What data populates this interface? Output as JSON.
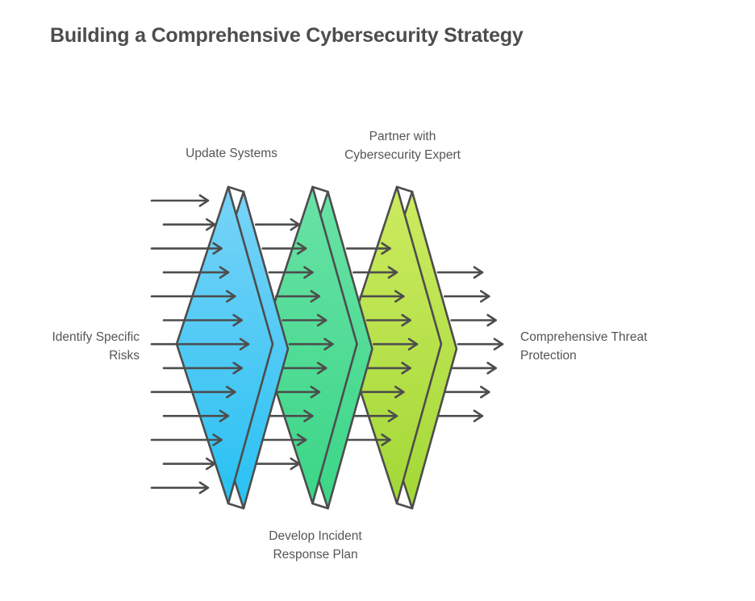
{
  "title": "Building a Comprehensive Cybersecurity Strategy",
  "diagram": {
    "type": "filter-flow-prisms",
    "input_label": "Identify Specific\nRisks",
    "output_label": "Comprehensive Threat\nProtection",
    "stages": [
      {
        "label": "Update Systems",
        "label_position": "top",
        "color_top": "#79d3f7",
        "color_bottom": "#28c1f3"
      },
      {
        "label": "Develop Incident\nResponse Plan",
        "label_position": "bottom",
        "color_top": "#69e2a6",
        "color_bottom": "#3bd687"
      },
      {
        "label": "Partner with\nCybersecurity Expert",
        "label_position": "top",
        "color_top": "#cdeb60",
        "color_bottom": "#a2d837"
      }
    ],
    "colors": {
      "outline": "#4d4d4d",
      "arrow": "#4d4d4d",
      "label_text": "#555555",
      "title_text": "#4d4d4d",
      "background": "#ffffff"
    },
    "arrow_rows": 13
  }
}
